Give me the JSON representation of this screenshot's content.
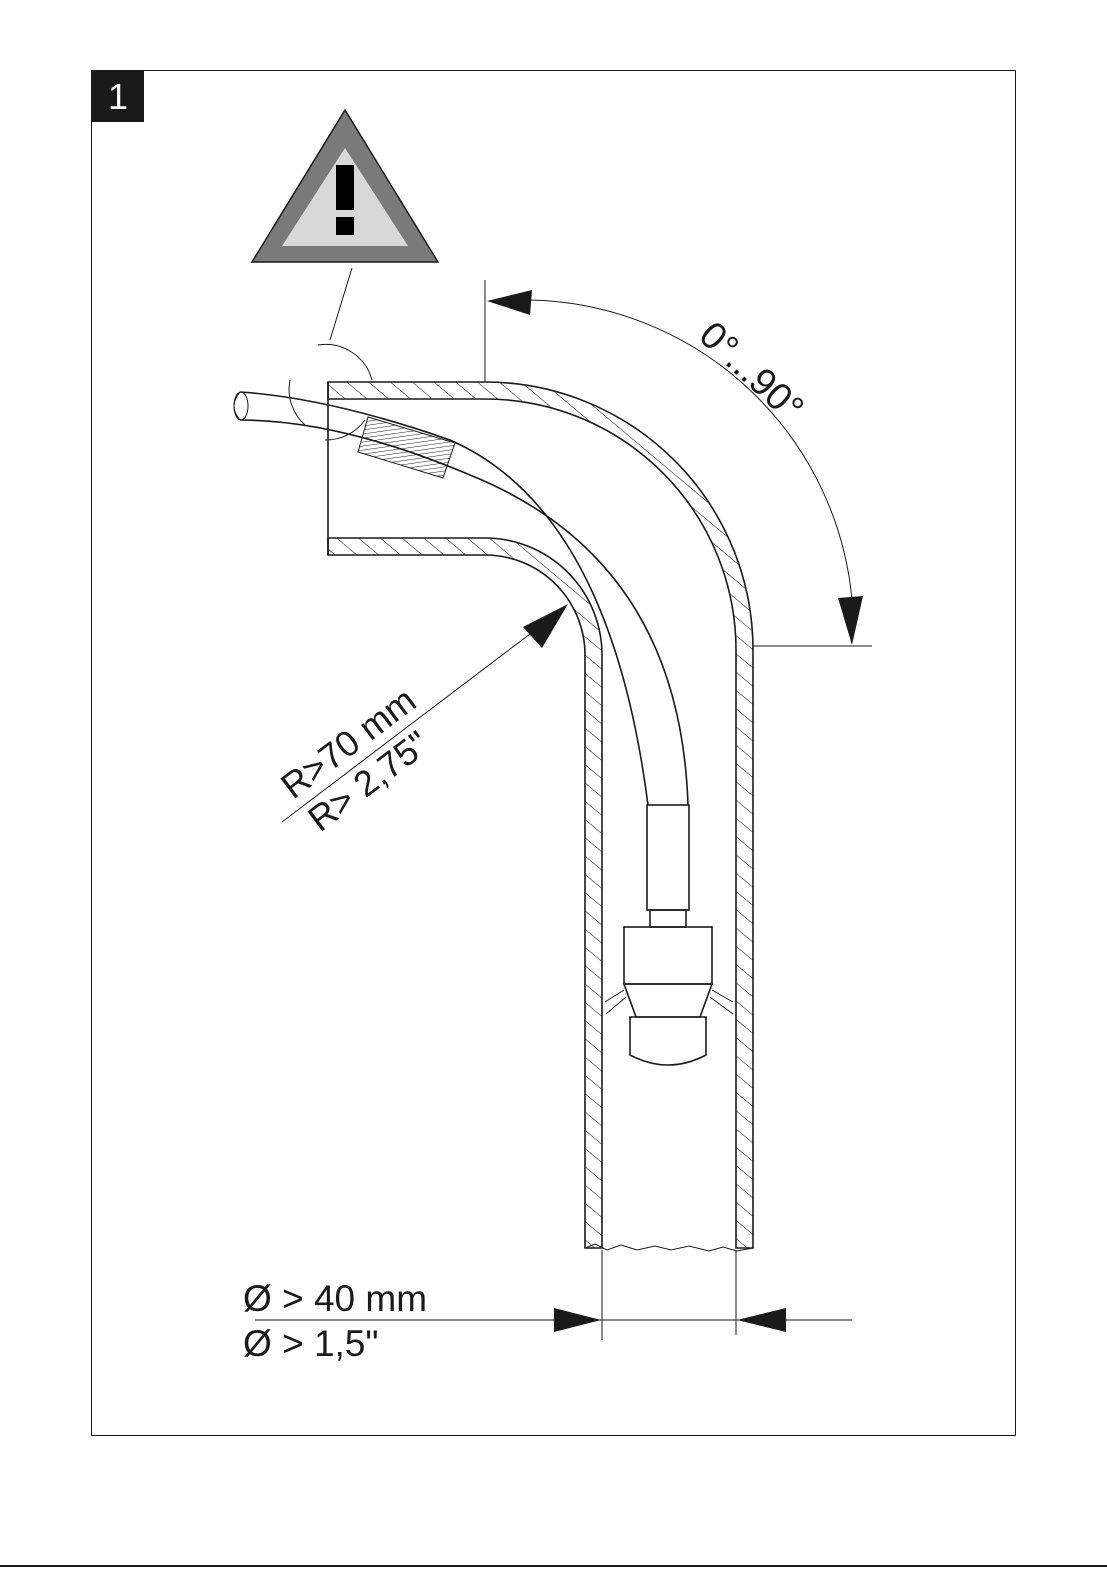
{
  "figure": {
    "number": "1"
  },
  "warning": {
    "icon": "warning-triangle-icon",
    "symbol": "!"
  },
  "labels": {
    "angle": "0°...90°",
    "radius_mm": "R>70 mm",
    "radius_in": "R> 2,75\"",
    "diameter_mm": "Ø > 40 mm",
    "diameter_in": "Ø > 1,5\""
  },
  "colors": {
    "ink": "#1a1a1a",
    "warning_fill": "#7a7a7a",
    "warning_inner": "#d8d8d8"
  }
}
